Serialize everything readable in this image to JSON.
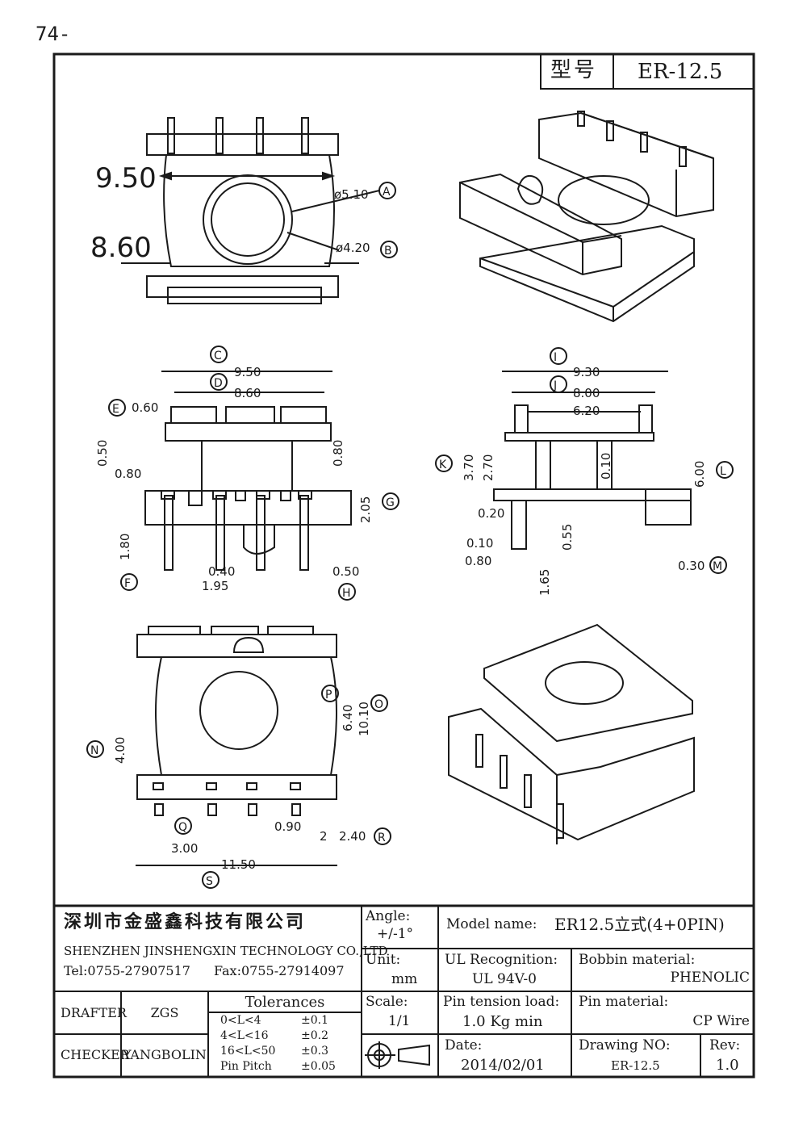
{
  "page_number": "74-",
  "header": {
    "model_label": "型号",
    "model_value": "ER-12.5"
  },
  "top_view": {
    "dim_950": "9.50",
    "dim_860": "8.60",
    "dia_a": "ø5.10",
    "dia_b": "ø4.20",
    "tag_a": "A",
    "tag_b": "B"
  },
  "front_view": {
    "tag_c": "C",
    "dim_c": "9.50",
    "tag_d": "D",
    "dim_d": "8.60",
    "tag_e": "E",
    "dim_e": "0.60",
    "dim_050": "0.50",
    "dim_080a": "0.80",
    "dim_080b": "0.80",
    "dim_180": "1.80",
    "tag_f": "F",
    "dim_205": "2.05",
    "tag_g": "G",
    "dim_040": "0.40",
    "dim_195": "1.95",
    "dim_050b": "0.50",
    "tag_h": "H"
  },
  "side_view": {
    "tag_i": "I",
    "dim_i": "9.30",
    "tag_j": "J",
    "dim_j": "8.00",
    "dim_620": "6.20",
    "tag_k": "K",
    "dim_370": "3.70",
    "dim_270": "2.70",
    "dim_010a": "0.10",
    "dim_600": "6.00",
    "tag_l": "L",
    "dim_020": "0.20",
    "dim_010b": "0.10",
    "dim_080": "0.80",
    "dim_055": "0.55",
    "dim_165": "1.65",
    "dim_030": "0.30",
    "tag_m": "M"
  },
  "bottom_view": {
    "tag_n": "N",
    "dim_n": "4.00",
    "tag_p": "P",
    "dim_p": "6.40",
    "tag_o": "O",
    "dim_o": "10.10",
    "tag_q": "Q",
    "dim_090": "0.90",
    "dim_300": "3.00",
    "dim_r_prefix": "2",
    "dim_r": "2.40",
    "tag_r": "R",
    "dim_s": "11.50",
    "tag_s": "S"
  },
  "title_block": {
    "company_cn": "深圳市金盛鑫科技有限公司",
    "company_en": "SHENZHEN JINSHENGXIN TECHNOLOGY CO.,LTD",
    "tel": "Tel:0755-27907517",
    "fax": "Fax:0755-27914097",
    "angle_label": "Angle:",
    "angle_value": "+/-1°",
    "model_name_label": "Model name:",
    "model_name_value": "ER12.5立式(4+0PIN)",
    "unit_label": "Unit:",
    "unit_value": "mm",
    "ul_label": "UL Recognition:",
    "ul_value": "UL 94V-0",
    "bobbin_label": "Bobbin material:",
    "bobbin_value": "PHENOLIC",
    "drafter_label": "DRAFTER",
    "drafter_value": "ZGS",
    "checker_label": "CHECKER",
    "checker_value": "YANGBOLIN",
    "tol_title": "Tolerances",
    "tolerances": [
      {
        "range": "0<L<4",
        "value": "±0.1"
      },
      {
        "range": "4<L<16",
        "value": "±0.2"
      },
      {
        "range": "16<L<50",
        "value": "±0.3"
      },
      {
        "range": "Pin Pitch",
        "value": "±0.05"
      }
    ],
    "scale_label": "Scale:",
    "scale_value": "1/1",
    "pin_tension_label": "Pin tension load:",
    "pin_tension_value": "1.0 Kg min",
    "pin_material_label": "Pin material:",
    "pin_material_value": "CP Wire",
    "date_label": "Date:",
    "date_value": "2014/02/01",
    "drawing_no_label": "Drawing NO:",
    "drawing_no_value": "ER-12.5",
    "rev_label": "Rev:",
    "rev_value": "1.0"
  }
}
